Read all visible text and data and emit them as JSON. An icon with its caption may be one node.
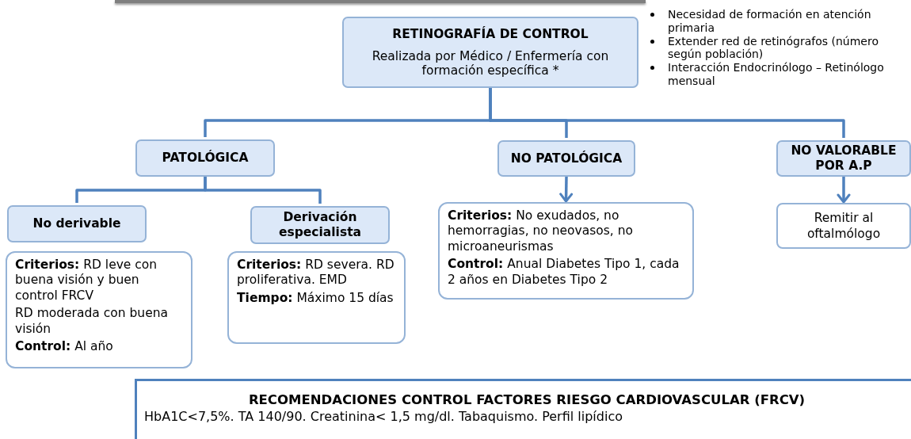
{
  "diagram": {
    "nodes": [
      {
        "text": [
          "RETINOGRAFÍA DE CONTROL",
          "Realizada por Médico / Enfermería con formación específica *"
        ]
      },
      {
        "text": [
          "PATOLÓGICA"
        ]
      },
      {
        "text": [
          "NO PATOLÓGICA"
        ]
      },
      {
        "text": [
          "NO VALORABLE POR A.P"
        ]
      },
      {
        "text": [
          "No derivable"
        ]
      },
      {
        "text": [
          "Derivación especialista"
        ]
      },
      {
        "text": [
          "**Criterios:** RD leve con buena visión y buen control FRCV",
          "RD moderada con buena visión",
          "**Control:** Al año"
        ]
      },
      {
        "text": [
          "**Criterios:** RD severa. RD proliferativa. EMD",
          "**Tiempo:** Máximo 15 días"
        ]
      },
      {
        "text": [
          "**Criterios:** No exudados, no hemorragias, no neovasos, no microaneurismas",
          "**Control:** Anual Diabetes Tipo 1, cada 2 años en Diabetes Tipo 2"
        ]
      },
      {
        "text": [
          "Remitir al oftalmólogo"
        ]
      },
      {
        "text": [
          "RECOMENDACIONES CONTROL FACTORES RIESGO CARDIOVASCULAR (FRCV)",
          "HbA1C<7,5%. TA 140/90. Creatinina< 1,5 mg/dl. Tabaquismo. Perfil lipídico"
        ]
      }
    ],
    "edges": [
      {
        "from": 0,
        "to": 1,
        "arrow": "none"
      },
      {
        "from": 0,
        "to": 2,
        "arrow": "none"
      },
      {
        "from": 0,
        "to": 3,
        "arrow": "none"
      },
      {
        "from": 1,
        "to": 4,
        "arrow": "none"
      },
      {
        "from": 1,
        "to": 5,
        "arrow": "none"
      },
      {
        "from": 2,
        "to": 8,
        "arrow": "to"
      },
      {
        "from": 3,
        "to": 9,
        "arrow": "to"
      }
    ],
    "labels": [
      "Necesidad de formación en atención primaria",
      "Extender red de retinógrafos (número según población)",
      "Interacción Endocrinólogo – Retinólogo mensual"
    ]
  }
}
